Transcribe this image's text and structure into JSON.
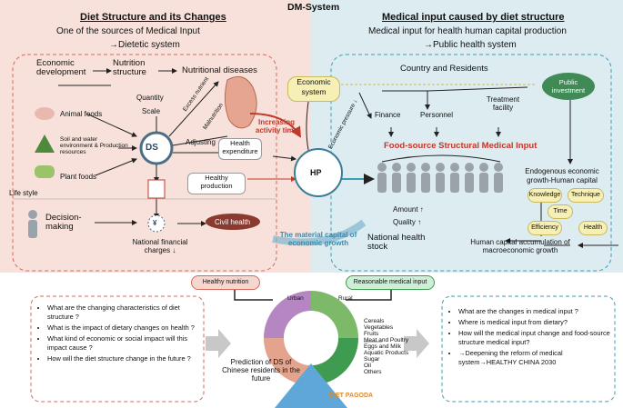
{
  "header": {
    "title": "DM-System"
  },
  "left": {
    "title": "Diet Structure and its Changes",
    "subtitle": "One of the sources of Medical Input",
    "system_label": "→Dietetic system",
    "economic_development": "Economic development",
    "nutrition_structure": "Nutrition structure",
    "nutritional_diseases": "Nutritional diseases",
    "quantity": "Quantity",
    "scale": "Scale",
    "animal_foods": "Animal foods",
    "soil": "Soil and water environment & Production resources",
    "plant_foods": "Plant foods",
    "ds": "DS",
    "excess_nutrient": "Excess nutrient",
    "malnutrition": "Malnutrition",
    "adjusting": "Adjusting",
    "health_expenditure": "Health expenditure",
    "healthy_production": "Healthy production",
    "life_style": "Life style",
    "decision_making": "Decision-making",
    "national_financial_charges": "National financial charges ↓",
    "civil_health": "Civil health",
    "yen": "¥"
  },
  "center": {
    "economic_system": "Economic system",
    "increasing_activity_time": "Increasing activity time",
    "economic_pressure": "Economic pressure ↓",
    "hp": "HP",
    "material_capital": "The material capital of economic growth"
  },
  "right": {
    "title": "Medical input caused by diet structure",
    "subtitle": "Medical input for health human capital production",
    "system_label": "→Public health system",
    "country_residents": "Country and Residents",
    "public_investment": "Public investment",
    "finance": "Finance",
    "personnel": "Personnel",
    "treatment_facility": "Treatment facility",
    "food_source": "Food-source Structural Medical Input",
    "endogenous": "Endogenous economic growth-Human capital",
    "knowledge": "Knowledge",
    "technique": "Technique",
    "time": "Time",
    "efficiency": "Efficiency",
    "health": "Health",
    "amount": "Amount ↑",
    "quality": "Quality ↑",
    "national_health_stock": "National health stock",
    "human_capital": "Human capital accumulation of macroeconomic growth"
  },
  "bottom": {
    "healthy_nutrition": "Healthy nutrition",
    "reasonable_medical_input": "Reasonable medical input",
    "urban": "Urban",
    "rural": "Rural",
    "prediction": "Prediction of DS of Chinese residents in the future",
    "pagoda": "DIET PAGODA",
    "food_list": [
      "Cereals",
      "Vegetables",
      "Fruits",
      "Meat and Poultry",
      "Eggs and Milk",
      "Aquatic Products",
      "Sugar",
      "Oil",
      "Others"
    ],
    "left_questions": [
      "What are the changing characteristics of diet structure ?",
      "What is the impact of dietary changes on health ?",
      "What kind of economic or social impact will this impact cause ?",
      "How will the diet structure change in the future ?"
    ],
    "right_questions": [
      "What are the changes in medical input ?",
      "Where is medical input from dietary?",
      "How will the medical input change and food-source structure medical input?",
      "→Deepening the reform of medical system→HEALTHY CHINA 2030"
    ]
  },
  "colors": {
    "left_bg": "#f7e1da",
    "right_bg": "#dcecf1",
    "accent_red": "#c0392b",
    "pill": "#f6efb6"
  }
}
